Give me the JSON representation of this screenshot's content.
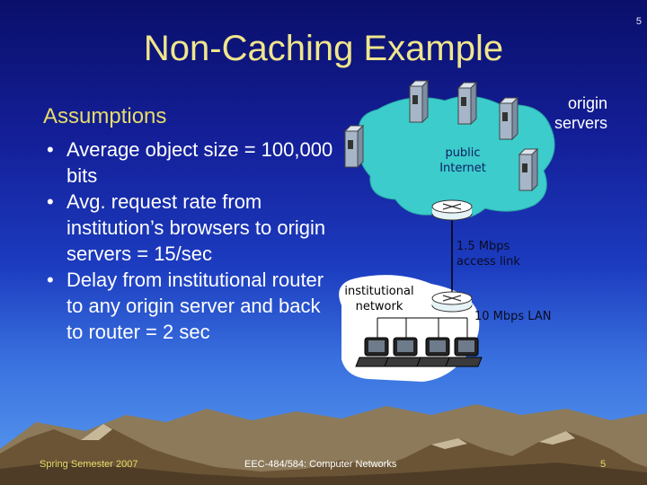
{
  "slide_number_top": "5",
  "title": "Non-Caching Example",
  "assumptions_heading": "Assumptions",
  "bullets": [
    "Average object size = 100,000 bits",
    "Avg. request rate from institution’s browsers to origin servers = 15/sec",
    "Delay from institutional router to any origin server and back to router  = 2 sec"
  ],
  "diagram": {
    "origin_servers_label": "origin servers",
    "public_internet_label": "public Internet",
    "access_link_label": "1.5 Mbps access link",
    "institutional_network_label": "institutional network",
    "lan_label": "10 Mbps LAN"
  },
  "footer": {
    "left": "Spring Semester 2007",
    "center": "EEC-484/584: Computer Networks",
    "right": "5"
  },
  "colors": {
    "title": "#f0e68c",
    "heading": "#e6dc6a",
    "cloud": "#3ccccc",
    "server": "#a6b6c8",
    "mountains": "#6b5436"
  }
}
